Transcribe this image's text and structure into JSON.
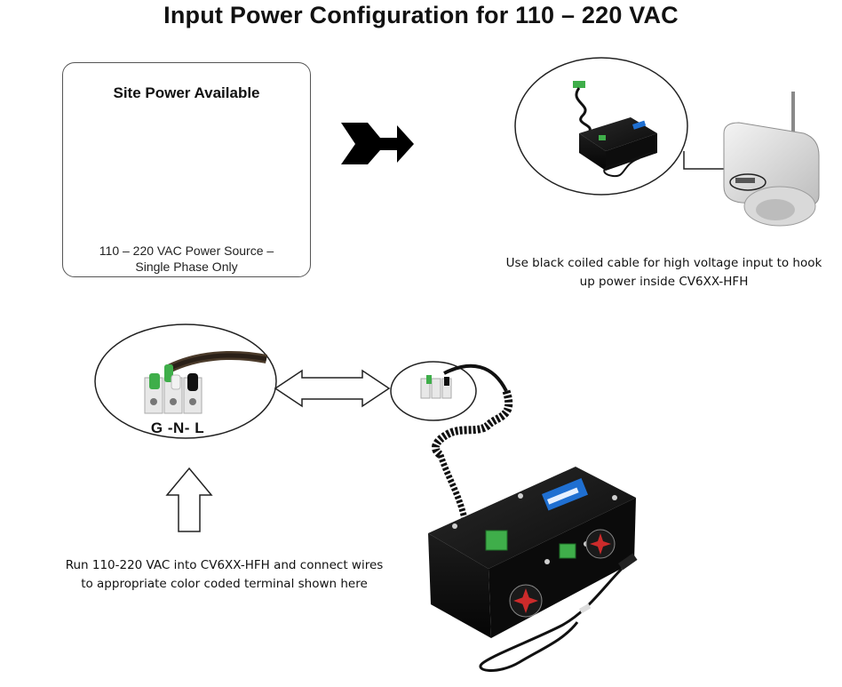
{
  "title": "Input Power Configuration for 110 – 220 VAC",
  "site_power": {
    "heading": "Site Power Available",
    "caption_line1": "110 – 220 VAC Power Source –",
    "caption_line2": "Single Phase Only"
  },
  "camera_caption": {
    "line1": "Use black coiled cable for high voltage input to hook",
    "line2": "up power inside CV6XX-HFH"
  },
  "terminal_label": "G -N- L",
  "wiring_caption": {
    "line1": "Run 110-220 VAC into CV6XX-HFH and connect wires",
    "line2": "to appropriate color coded terminal shown here"
  },
  "colors": {
    "terminal_green": "#3fae4a",
    "enclosure": "#111111",
    "brand_blue": "#1f6fd1",
    "outlet_plate": "#e9e1cc"
  }
}
